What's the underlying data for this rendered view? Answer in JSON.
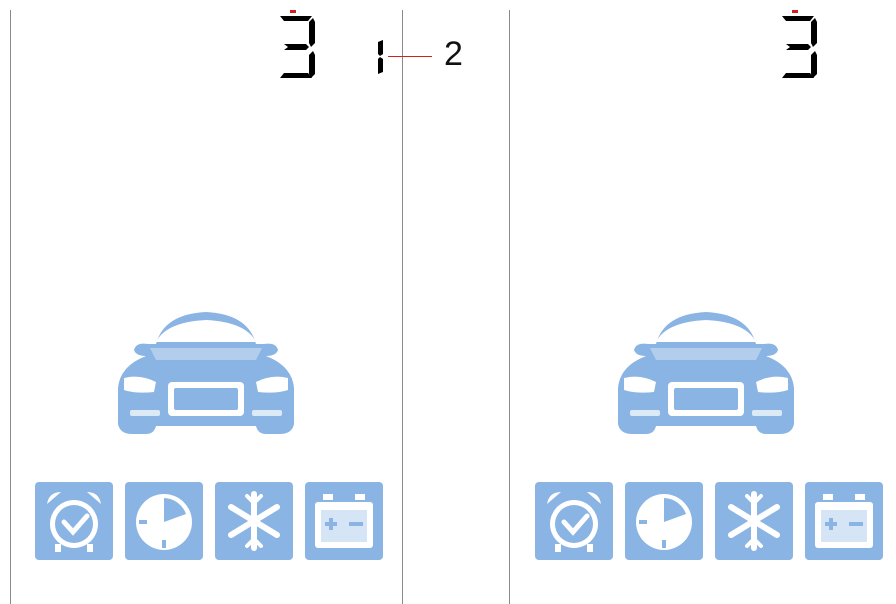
{
  "panels": [
    {
      "digit": "3",
      "secondary_digit": "1",
      "callout": "2"
    },
    {
      "digit": "3"
    }
  ],
  "icons": [
    "alarm-clock-icon",
    "timer-icon",
    "snowflake-icon",
    "battery-icon"
  ],
  "colors": {
    "tile": "#8ab4e3",
    "car": "#8ab4e3",
    "segment": "#000000",
    "callout_line": "#d02020",
    "divider": "#8a8a8a"
  }
}
